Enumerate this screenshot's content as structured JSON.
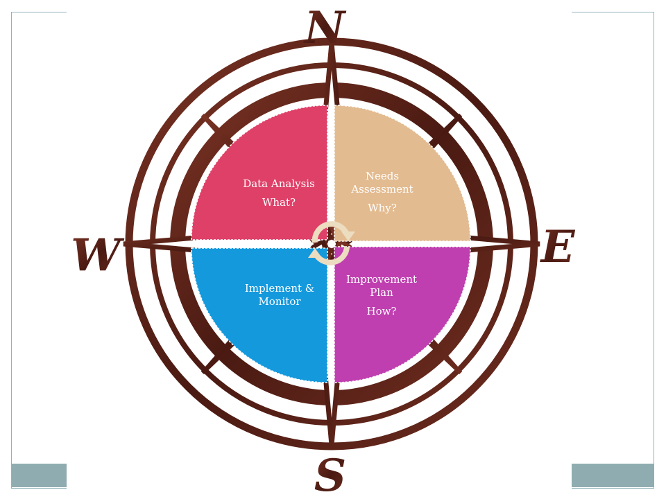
{
  "compass": {
    "north": "N",
    "east": "E",
    "south": "S",
    "west": "W"
  },
  "quadrants": [
    {
      "id": "data-analysis",
      "title": "Data Analysis",
      "question": "What?",
      "color": "#df4068"
    },
    {
      "id": "needs-assessment",
      "title": "Needs Assessment",
      "question": "Why?",
      "color": "#e3bb90"
    },
    {
      "id": "implement-monitor",
      "title": "Implement & Monitor",
      "question": "",
      "color": "#1599dd"
    },
    {
      "id": "improvement-plan",
      "title": "Improvement Plan",
      "question": "How?",
      "color": "#c03fb0"
    }
  ],
  "colors": {
    "compass_metal": "#5a2318",
    "frame": "#8fb3b8",
    "footer": "#8fadb1",
    "cycle_arrows": "#ecdcc0"
  }
}
